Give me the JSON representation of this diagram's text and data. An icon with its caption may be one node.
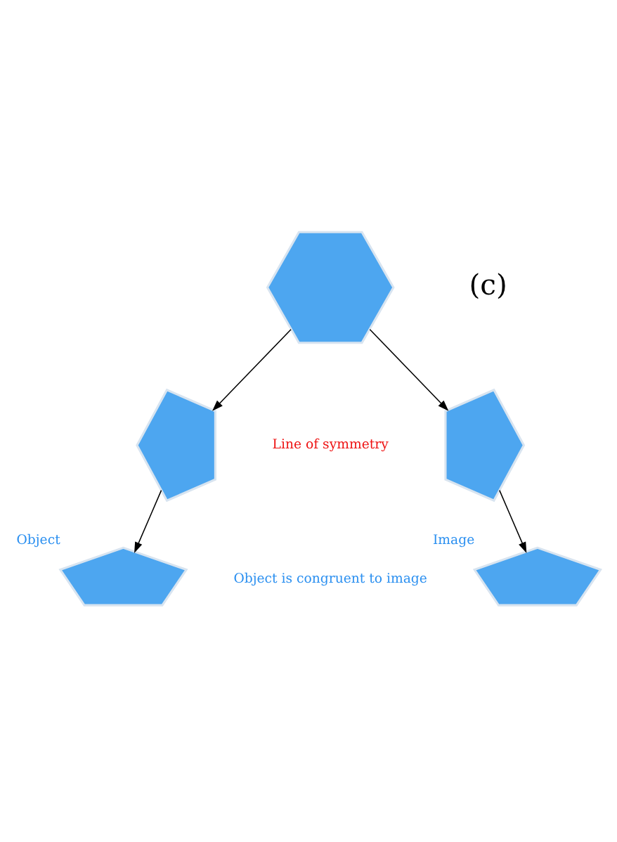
{
  "diagram": {
    "nodes": [
      {
        "text": [],
        "shape": "hexagon"
      },
      {
        "text": [],
        "shape": "pentagon"
      },
      {
        "text": [],
        "shape": "pentagon"
      },
      {
        "text": [],
        "shape": "pentagon",
        "beside": [
          "Object"
        ]
      },
      {
        "text": [],
        "shape": "pentagon",
        "beside": [
          "Image"
        ]
      }
    ],
    "edges": [
      {
        "from": 0,
        "to": 1,
        "arrow": "to"
      },
      {
        "from": 0,
        "to": 2,
        "arrow": "to"
      },
      {
        "from": 1,
        "to": 3,
        "arrow": "to"
      },
      {
        "from": 2,
        "to": 4,
        "arrow": "to"
      }
    ],
    "labels": [
      "(c)",
      "Line of symmetry",
      "Object is congruent to image"
    ]
  }
}
